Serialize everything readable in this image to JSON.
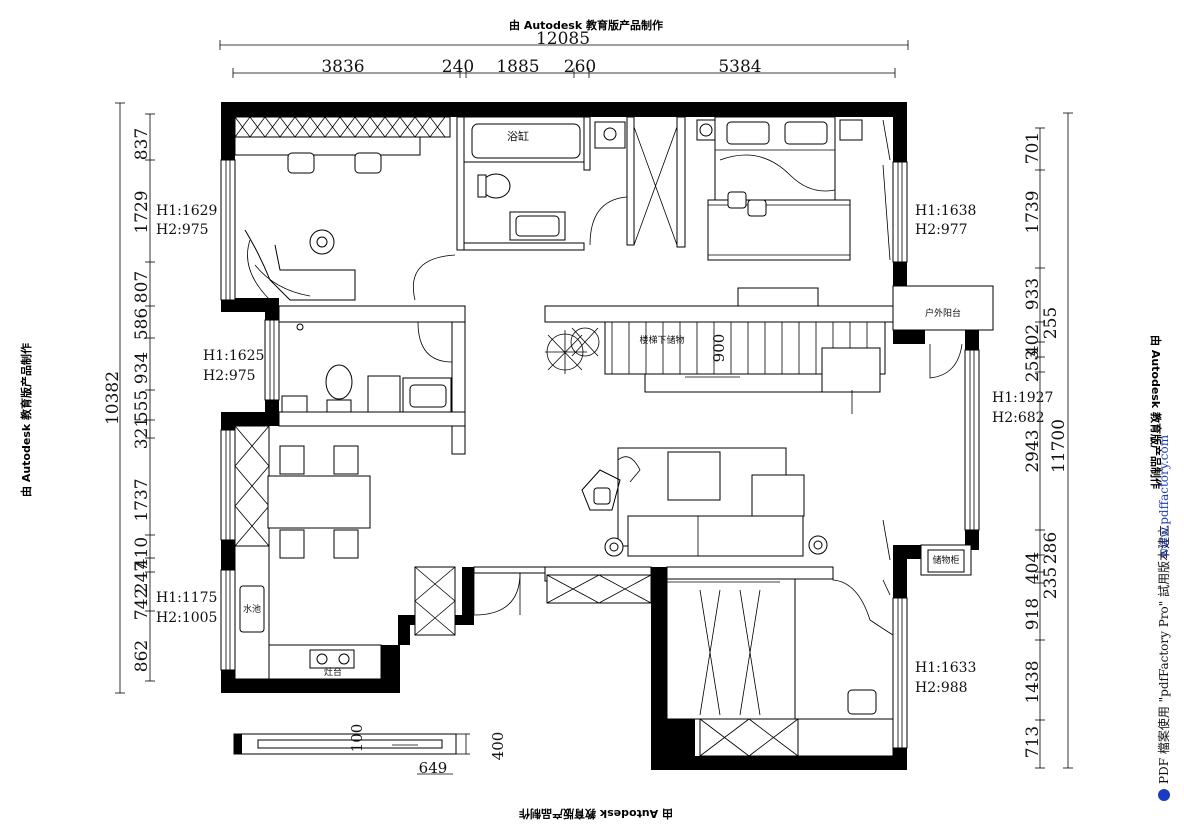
{
  "watermarks": {
    "top": "由 Autodesk 教育版产品制作",
    "bottom": "由 Autodesk 教育版产品制作",
    "left": "由 Autodesk 教育版产品制作",
    "right": "由 Autodesk 教育版产品制作"
  },
  "dimensions": {
    "top_total": "12085",
    "top_segments": [
      "3836",
      "240",
      "1885",
      "260",
      "5384"
    ],
    "left_total": "10382",
    "left_segments": [
      "837",
      "1729",
      "807",
      "586",
      "934",
      "555",
      "321",
      "1737",
      "410",
      "247",
      "742",
      "862"
    ],
    "right_total": "11700",
    "right_segments": [
      "701",
      "1739",
      "933",
      "402",
      "253",
      "255",
      "2943",
      "404",
      "286",
      "235",
      "918",
      "1438",
      "713"
    ],
    "stair": "900",
    "detail": [
      "100",
      "400",
      "649"
    ]
  },
  "windows": {
    "study": [
      "H1:1629",
      "H2:975"
    ],
    "bedroom": [
      "H1:1638",
      "H2:977"
    ],
    "bathroom": [
      "H1:1625",
      "H2:975"
    ],
    "living": [
      "H1:1927",
      "H2:682"
    ],
    "kitchen": [
      "H1:1175",
      "H2:1005"
    ],
    "bedroom2": [
      "H1:1633",
      "H2:988"
    ]
  },
  "rooms": {
    "bathtub": "浴缸",
    "outdoor_balcony": "户外阳台",
    "under_stair_storage": "楼梯下储物",
    "storage_cabinet": "储物柜",
    "sink": "水池",
    "stove": "灶台"
  },
  "pdf_note": {
    "text": "PDF 檔案使用 \"pdfFactory Pro\" 試用版本建立",
    "link": "www.pdffactory.com"
  }
}
